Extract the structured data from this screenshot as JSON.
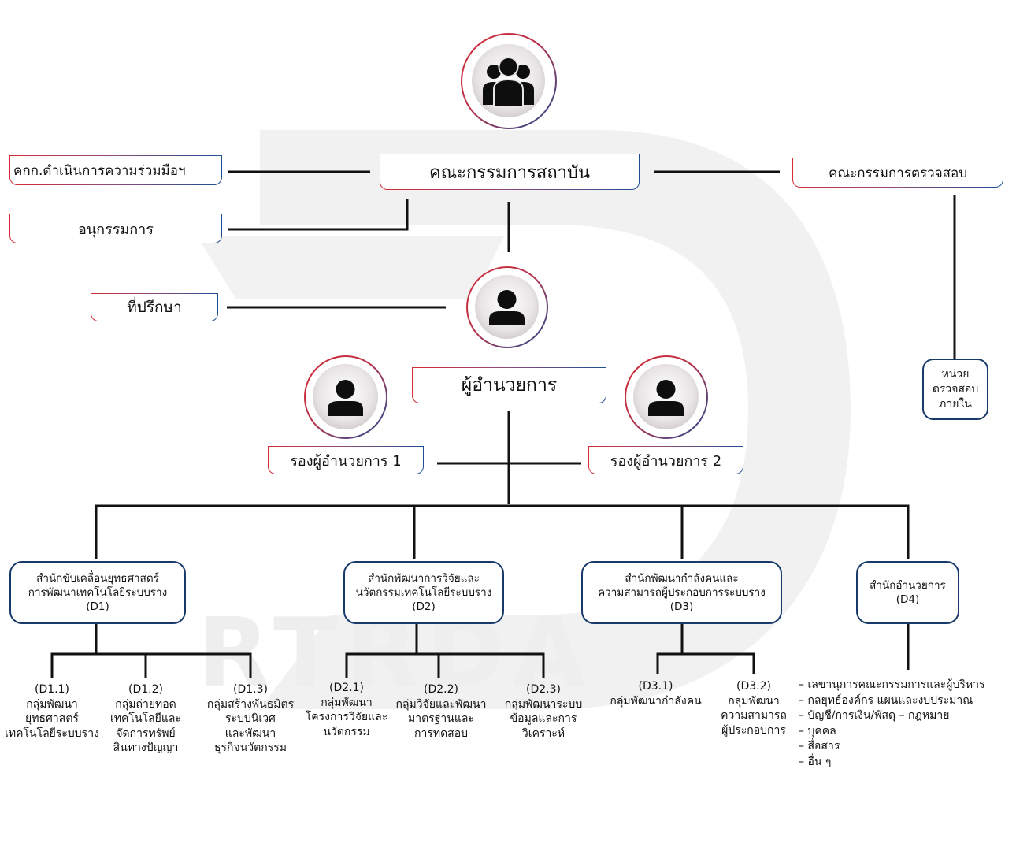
{
  "board": "คณะกรรมการสถาบัน",
  "cooperation": "คกก.ดำเนินการความร่วมมือฯ",
  "subcommittee": "อนุกรรมการ",
  "audit_committee": "คณะกรรมการตรวจสอบ",
  "internal_audit": [
    "หน่วย",
    "ตรวจสอบ",
    "ภายใน"
  ],
  "advisor": "ที่ปรึกษา",
  "director": "ผู้อำนวยการ",
  "deputy1": "รองผู้อำนวยการ 1",
  "deputy2": "รองผู้อำนวยการ 2",
  "offices": [
    {
      "lines": [
        "สำนักขับเคลื่อนยุทธศาสตร์",
        "การพัฒนาเทคโนโลยีระบบราง",
        "(D1)"
      ]
    },
    {
      "lines": [
        "สำนักพัฒนาการวิจัยและ",
        "นวัตกรรมเทคโนโลยีระบบราง",
        "(D2)"
      ]
    },
    {
      "lines": [
        "สำนักพัฒนากำลังคนและ",
        "ความสามารถผู้ประกอบการระบบราง",
        "(D3)"
      ]
    },
    {
      "lines": [
        "สำนักอำนวยการ",
        "(D4)"
      ]
    }
  ],
  "groups": [
    {
      "lines": [
        "(D1.1)",
        "กลุ่มพัฒนา",
        "ยุทธศาสตร์",
        "เทคโนโลยีระบบราง"
      ]
    },
    {
      "lines": [
        "(D1.2)",
        "กลุ่มถ่ายทอด",
        "เทคโนโลยีและ",
        "จัดการทรัพย์",
        "สินทางปัญญา"
      ]
    },
    {
      "lines": [
        "(D1.3)",
        "กลุ่มสร้างพันธมิตร",
        "ระบบนิเวศ",
        "และพัฒนา",
        "ธุรกิจนวัตกรรม"
      ]
    },
    {
      "lines": [
        "(D2.1)",
        "กลุ่มพัฒนา",
        "โครงการวิจัยและ",
        "นวัตกรรม"
      ]
    },
    {
      "lines": [
        "(D2.2)",
        "กลุ่มวิจัยและพัฒนา",
        "มาตรฐานและ",
        "การทดสอบ"
      ]
    },
    {
      "lines": [
        "(D2.3)",
        "กลุ่มพัฒนาระบบ",
        "ข้อมูลและการ",
        "วิเคราะห์"
      ]
    },
    {
      "lines": [
        "(D3.1)",
        "กลุ่มพัฒนากำลังคน"
      ]
    },
    {
      "lines": [
        "(D3.2)",
        "กลุ่มพัฒนา",
        "ความสามารถ",
        "ผู้ประกอบการ"
      ]
    }
  ],
  "d4_items": [
    "เลขานุการคณะกรรมการและผู้บริหาร",
    "กลยุทธ์องค์กร แผนและงบประมาณ",
    "บัญชี/การเงิน/พัสดุ – กฎหมาย",
    "บุคคล",
    "สื่อสาร",
    "อื่น ๆ"
  ],
  "watermark": "RTRDA",
  "colors": {
    "red": "#d62b35",
    "navy": "#1e4f96",
    "line": "#111111"
  }
}
